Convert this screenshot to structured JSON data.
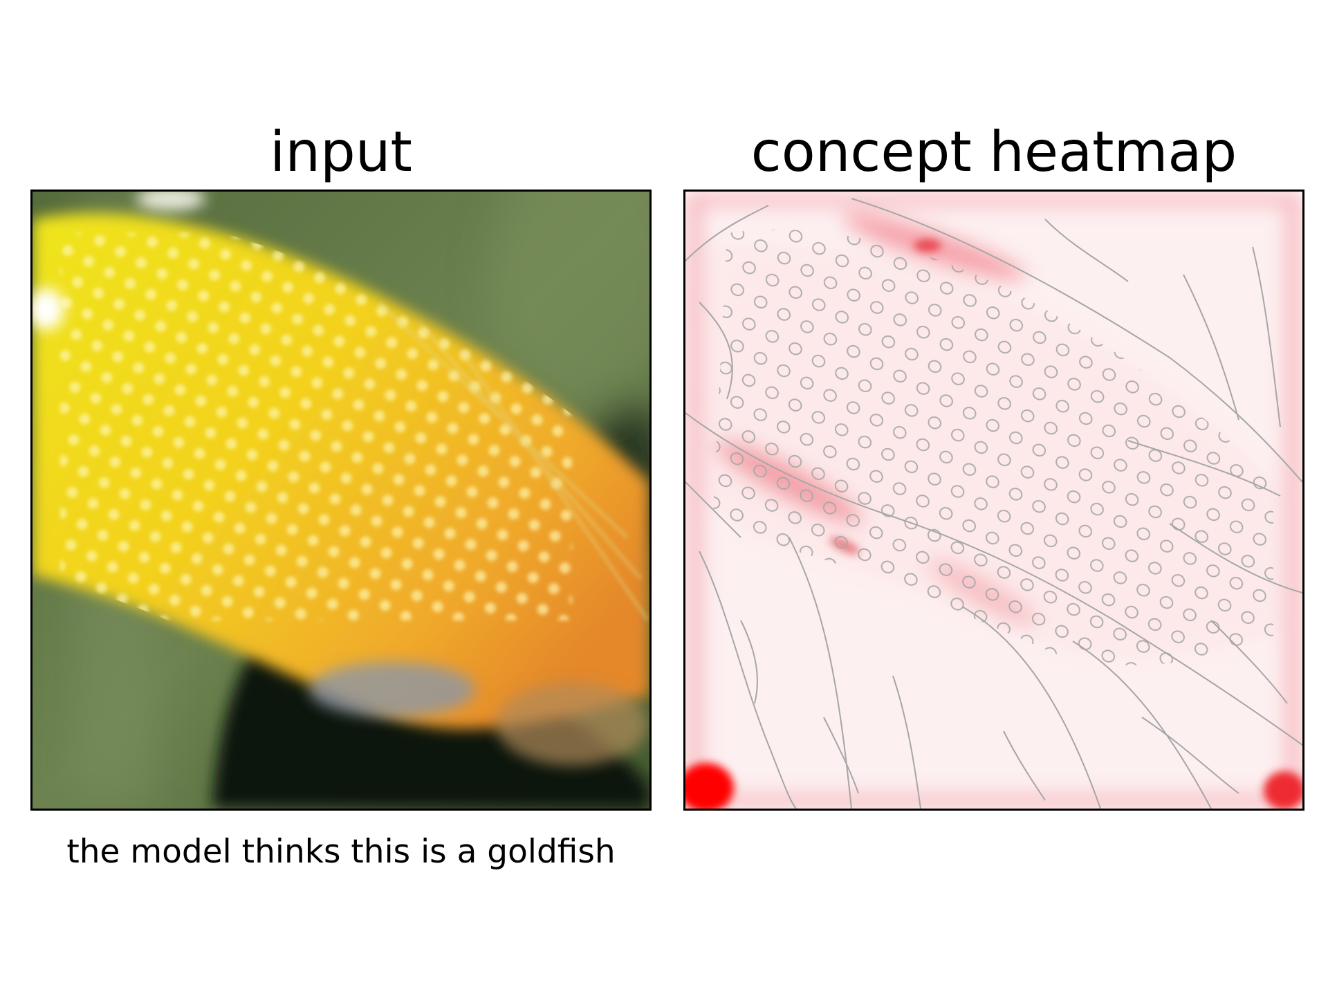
{
  "panels": {
    "input": {
      "title": "input",
      "caption": "the model thinks this is a goldfish"
    },
    "heatmap": {
      "title": "concept heatmap"
    }
  },
  "colors": {
    "fish_yellow": "#f2de1a",
    "fish_orange": "#eea22a",
    "water_green": "#6b7f4c",
    "shadow_dark": "#141812",
    "heat_red": "#ff0000",
    "edge_gray": "#a6a6a6"
  }
}
